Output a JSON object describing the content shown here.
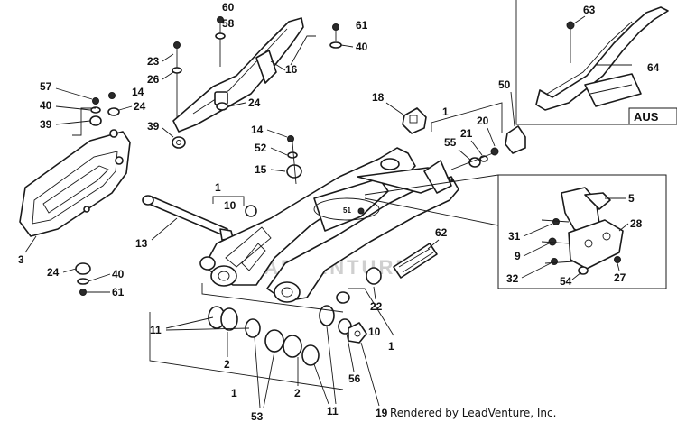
{
  "diagram": {
    "callouts": {
      "c60": "60",
      "c58": "58",
      "c61_top": "61",
      "c40_top": "40",
      "c23": "23",
      "c26": "26",
      "c16": "16",
      "c24_mid": "24",
      "c57": "57",
      "c14_left": "14",
      "c40_left": "40",
      "c24_left": "24",
      "c39_left": "39",
      "c39_mid": "39",
      "c3": "3",
      "c24_bottom": "24",
      "c40_bottom": "40",
      "c61_bottom": "61",
      "c18": "18",
      "c1_top": "1",
      "c50": "50",
      "c21": "21",
      "c20": "20",
      "c55": "55",
      "c14_center": "14",
      "c52": "52",
      "c15": "15",
      "c51": "51",
      "c1_left": "1",
      "c10_top": "10",
      "c13": "13",
      "c62": "62",
      "c22": "22",
      "c10_bottom": "10",
      "c1_right": "1",
      "c11_left": "11",
      "c2_left": "2",
      "c56": "56",
      "c1_bottom": "1",
      "c2_right": "2",
      "c11_right": "11",
      "c53": "53",
      "c19": "19",
      "c63": "63",
      "c64": "64",
      "c5": "5",
      "c31": "31",
      "c28": "28",
      "c9": "9",
      "c27": "27",
      "c32": "32",
      "c54": "54"
    },
    "aus_label": "AUS",
    "watermark_text": "LEADVENTURE",
    "credit_text": "Rendered by LeadVenture, Inc."
  }
}
